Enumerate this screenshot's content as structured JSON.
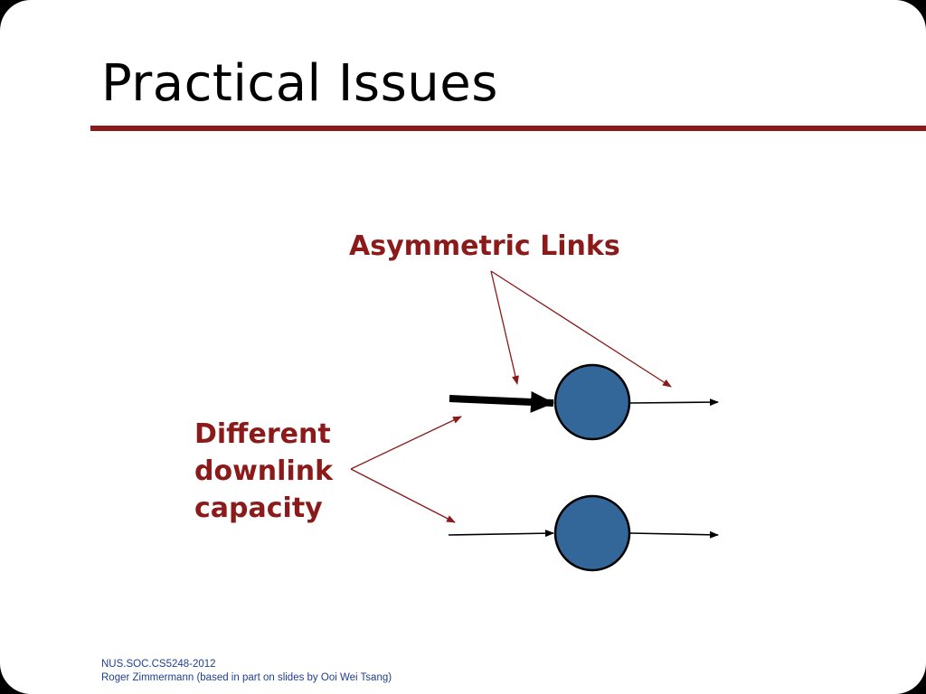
{
  "slide": {
    "title": "Practical Issues",
    "labels": {
      "asymmetric_links": "Asymmetric Links",
      "different_downlink_capacity": [
        "Different",
        "downlink",
        "capacity"
      ]
    },
    "footer": {
      "line1": "NUS.SOC.CS5248-2012",
      "line2": "Roger Zimmermann (based in part on slides by Ooi Wei Tsang)"
    }
  },
  "colors": {
    "accent": "#8b1a1a",
    "node_fill": "#336699",
    "footer_text": "#1f3f8f"
  }
}
